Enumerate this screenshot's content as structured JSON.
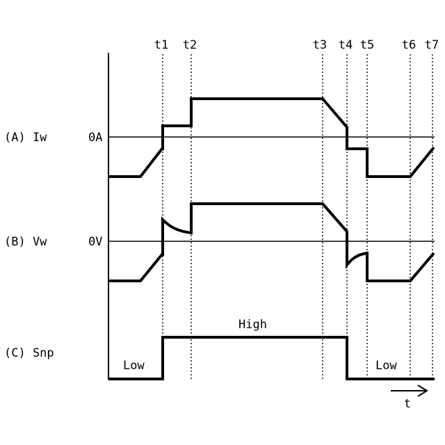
{
  "time_markers": [
    "t1",
    "t2",
    "t3",
    "t4",
    "t5",
    "t6",
    "t7"
  ],
  "rows": {
    "a": {
      "label": "(A) Iw",
      "ref": "0A"
    },
    "b": {
      "label": "(B) Vw",
      "ref": "0V"
    },
    "c": {
      "label": "(C) Snp"
    }
  },
  "states": {
    "low_left": "Low",
    "high": "High",
    "low_right": "Low"
  },
  "time_axis_label": "t"
}
